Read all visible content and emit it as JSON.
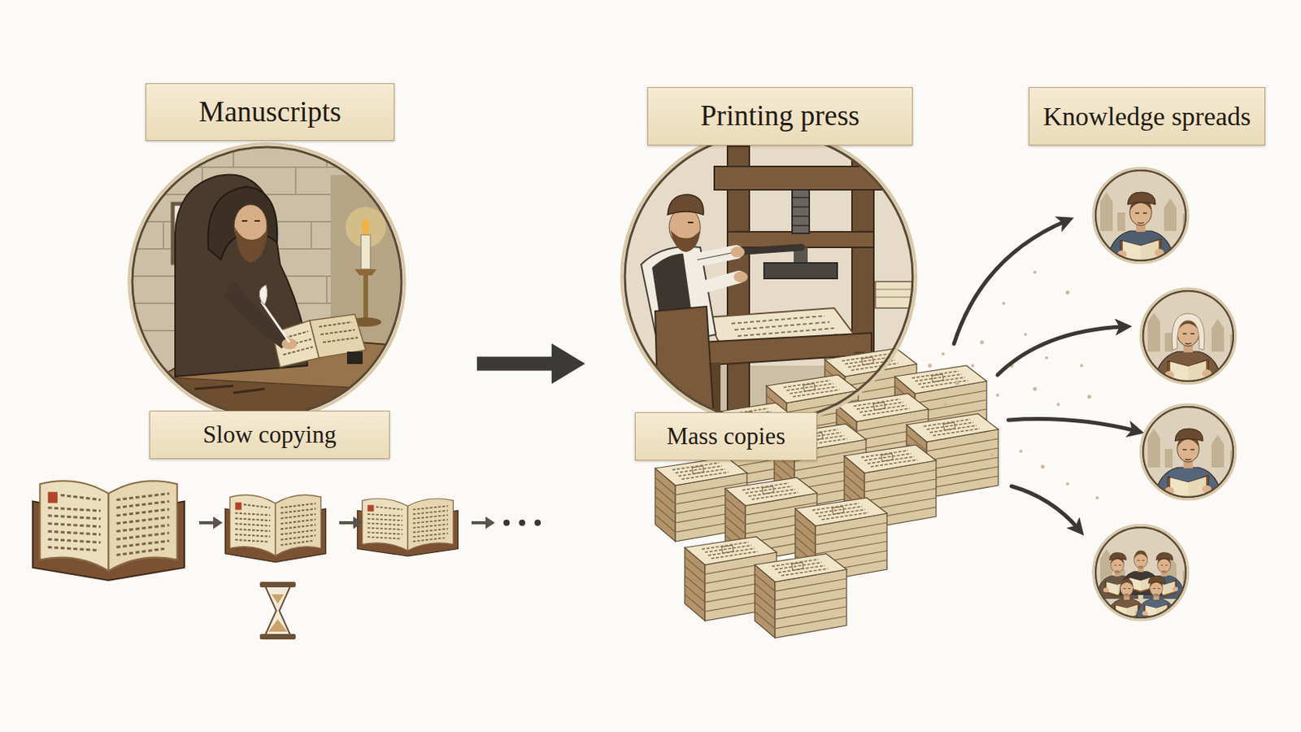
{
  "diagram": {
    "nodes": [
      {
        "text": [
          "Manuscripts",
          "Slow copying"
        ]
      },
      {
        "text": [
          "Printing press",
          "Mass copies"
        ]
      },
      {
        "text": [
          "Knowledge spreads"
        ]
      }
    ],
    "edges": [
      {
        "from": 0,
        "to": 1,
        "arrow": "to"
      }
    ]
  }
}
